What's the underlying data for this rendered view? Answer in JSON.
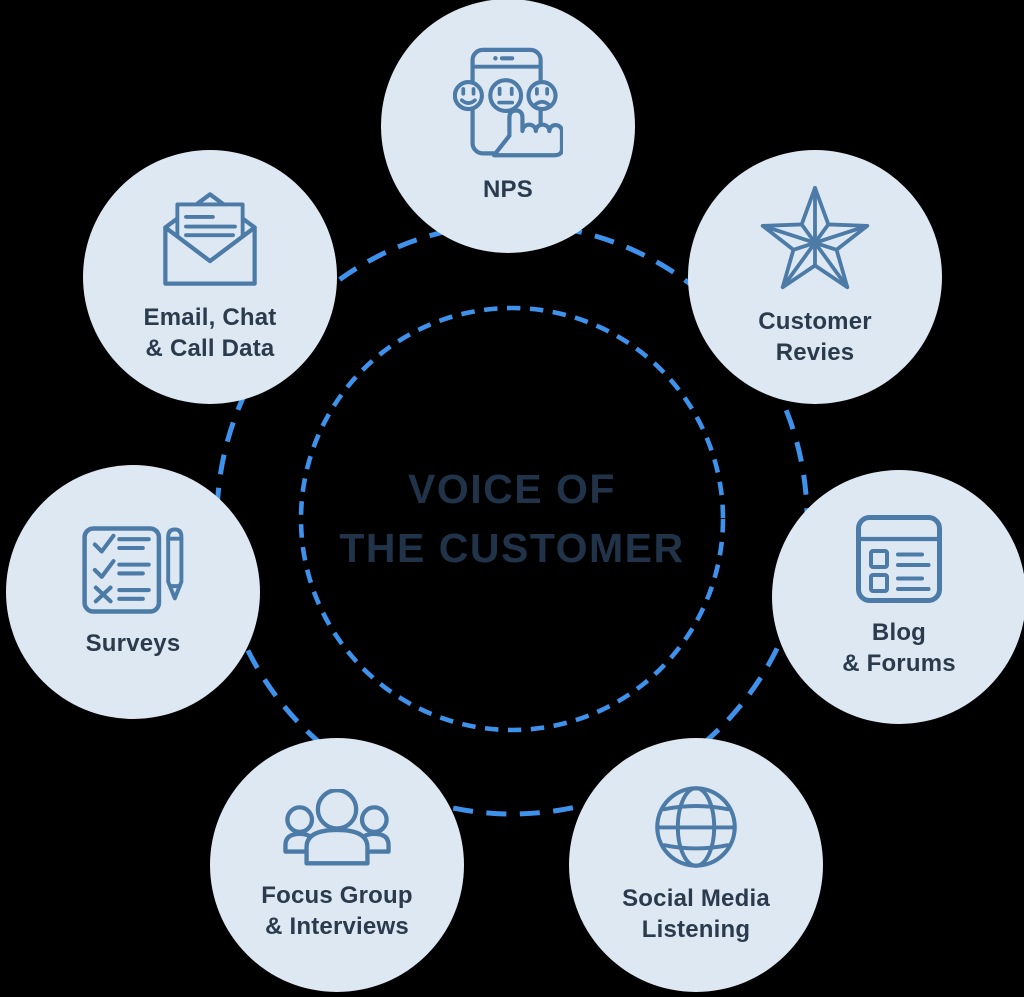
{
  "center": {
    "line1": "VOICE OF",
    "line2": "THE CUSTOMER"
  },
  "satellites": [
    {
      "id": "nps",
      "icon": "phone-feedback-icon",
      "line1": "NPS",
      "line2": ""
    },
    {
      "id": "customer-revies",
      "icon": "star-icon",
      "line1": "Customer",
      "line2": "Revies"
    },
    {
      "id": "blog-forums",
      "icon": "window-list-icon",
      "line1": "Blog",
      "line2": "& Forums"
    },
    {
      "id": "social-media",
      "icon": "globe-icon",
      "line1": "Social Media",
      "line2": "Listening"
    },
    {
      "id": "focus-group",
      "icon": "people-group-icon",
      "line1": "Focus Group",
      "line2": "& Interviews"
    },
    {
      "id": "surveys",
      "icon": "checklist-pencil-icon",
      "line1": "Surveys",
      "line2": ""
    },
    {
      "id": "email-chat",
      "icon": "open-envelope-icon",
      "line1": "Email, Chat",
      "line2": "& Call Data"
    }
  ],
  "colors": {
    "background": "#000000",
    "circle_fill": "#dde8f3",
    "icon_stroke": "#4d7ba7",
    "label_text": "#2b3b4d",
    "title_text": "#213349",
    "dash_blue": "#3e92ec"
  }
}
